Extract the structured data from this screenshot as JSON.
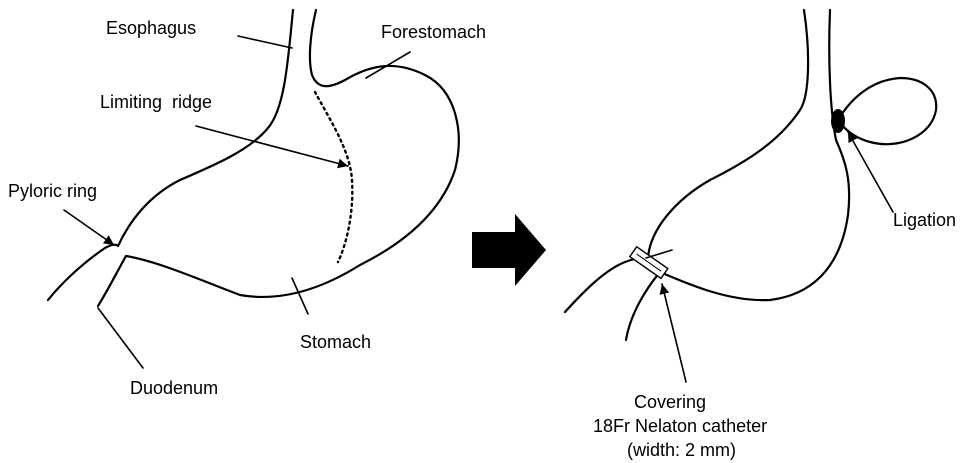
{
  "labels": {
    "esophagus": "Esophagus",
    "forestomach": "Forestomach",
    "limiting_ridge": "Limiting  ridge",
    "pyloric_ring": "Pyloric ring",
    "stomach": "Stomach",
    "duodenum": "Duodenum",
    "ligation": "Ligation",
    "covering": "Covering",
    "catheter": "18Fr Nelaton catheter",
    "catheter_width": "(width: 2 mm)"
  },
  "colors": {
    "stroke": "#000000",
    "background": "#ffffff"
  }
}
